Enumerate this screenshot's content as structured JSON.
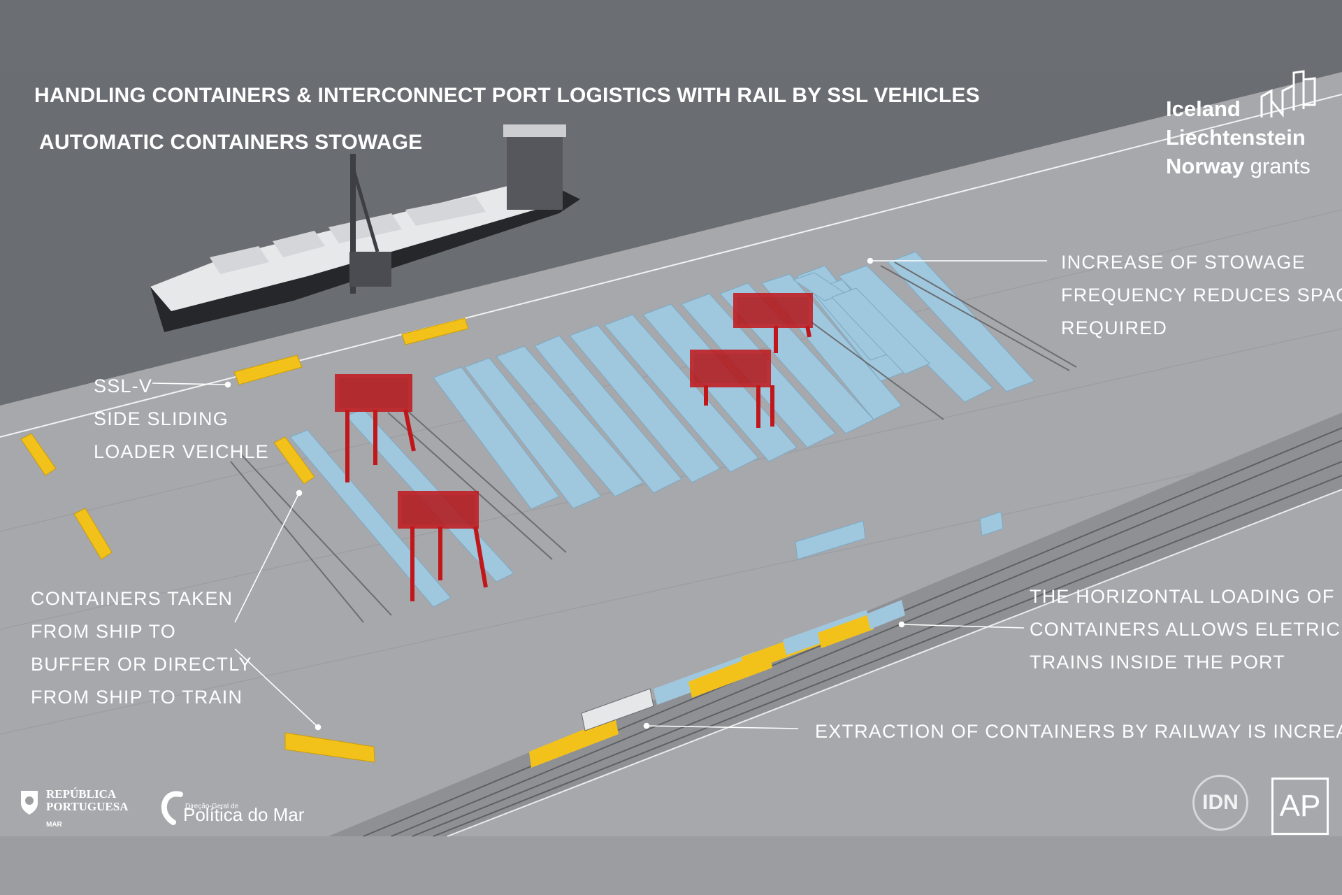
{
  "titles": {
    "main": "HANDLING CONTAINERS & INTERCONNECT PORT LOGISTICS WITH RAIL BY SSL VEHICLES",
    "sub": "AUTOMATIC CONTAINERS STOWAGE"
  },
  "annotations": {
    "stowage": [
      "INCREASE OF STOWAGE",
      "FREQUENCY REDUCES SPACE",
      "REQUIRED"
    ],
    "sslv": [
      "SSL-V",
      "SIDE SLIDING",
      "LOADER VEICHLE"
    ],
    "ship_to_train": [
      "CONTAINERS TAKEN",
      "FROM SHIP TO",
      "BUFFER OR DIRECTLY",
      "FROM SHIP TO TRAIN"
    ],
    "horizontal_loading": [
      "THE HORIZONTAL LOADING OF",
      "CONTAINERS ALLOWS ELETRIC",
      "TRAINS INSIDE THE PORT"
    ],
    "railway": "EXTRACTION OF CONTAINERS BY RAILWAY IS INCREASED"
  },
  "logos": {
    "grants": [
      "Iceland",
      "Liechtenstein",
      "Norway"
    ],
    "grants_suffix": "grants",
    "republica": [
      "REPÚBLICA",
      "PORTUGUESA"
    ],
    "republica_sub": "MAR",
    "politica_small": "Direção-Geral de",
    "politica": "Política do Mar",
    "idn": "IDN",
    "ap": "AP"
  },
  "colors": {
    "background": "#9d9ea2",
    "water": "#6b6e73",
    "quay": "#a6a7ab",
    "container_blue": "#9fc6dc",
    "vehicle_yellow": "#f2c21b",
    "gantry_red": "#c0171b",
    "text": "#ffffff"
  }
}
